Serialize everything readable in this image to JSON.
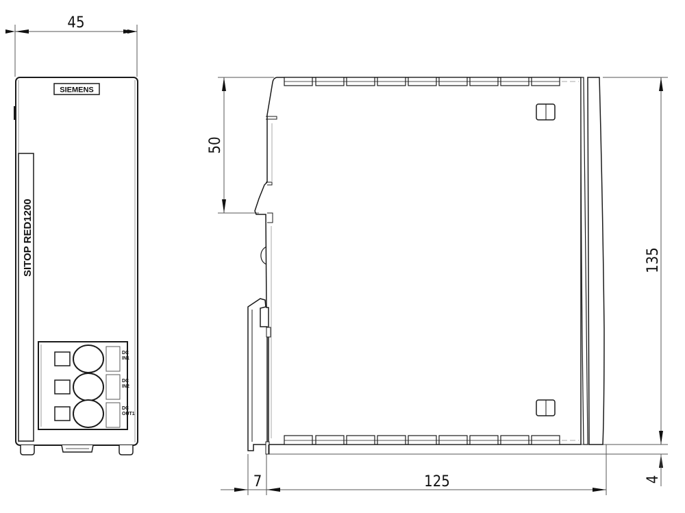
{
  "drawing": {
    "front_view": {
      "brand_label": "SIEMENS",
      "product_label": "SITOP RED1200",
      "terminals": [
        {
          "label_line1": "DC",
          "label_line2": "IN1"
        },
        {
          "label_line1": "DC",
          "label_line2": "IN2"
        },
        {
          "label_line1": "DC",
          "label_line2": "OUT1"
        }
      ]
    },
    "dimensions": {
      "width": "45",
      "rail_height": "50",
      "height": "135",
      "rail_offset": "7",
      "depth": "125",
      "bottom_offset": "4"
    },
    "colors": {
      "line": "#1a1a1a",
      "thin_line": "#555555",
      "hidden_line": "#aaaaaa"
    }
  }
}
